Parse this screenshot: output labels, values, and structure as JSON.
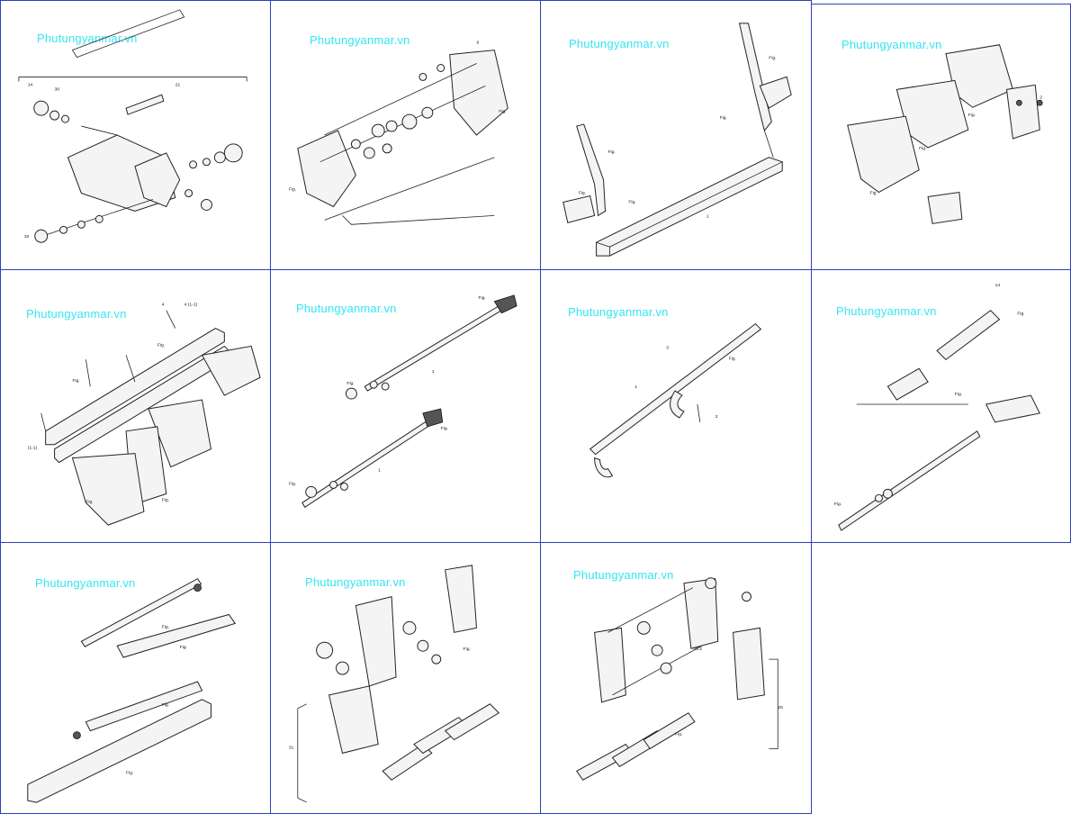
{
  "diagrams": [
    {
      "id": "panel-1",
      "watermark": "Phutungyanmar.vn"
    },
    {
      "id": "panel-2",
      "watermark": "Phutungyanmar.vn"
    },
    {
      "id": "panel-3",
      "watermark": "Phutungyanmar.vn"
    },
    {
      "id": "panel-4",
      "watermark": "Phutungyanmar.vn"
    },
    {
      "id": "panel-5",
      "watermark": "Phutungyanmar.vn"
    },
    {
      "id": "panel-6",
      "watermark": "Phutungyanmar.vn"
    },
    {
      "id": "panel-7",
      "watermark": "Phutungyanmar.vn"
    },
    {
      "id": "panel-8",
      "watermark": "Phutungyanmar.vn"
    },
    {
      "id": "panel-9",
      "watermark": "Phutungyanmar.vn"
    },
    {
      "id": "panel-10",
      "watermark": "Phutungyanmar.vn"
    },
    {
      "id": "panel-11",
      "watermark": "Phutungyanmar.vn"
    }
  ],
  "colors": {
    "border": "#2f3fbf",
    "watermark": "#33e6f2",
    "line": "#222222"
  }
}
